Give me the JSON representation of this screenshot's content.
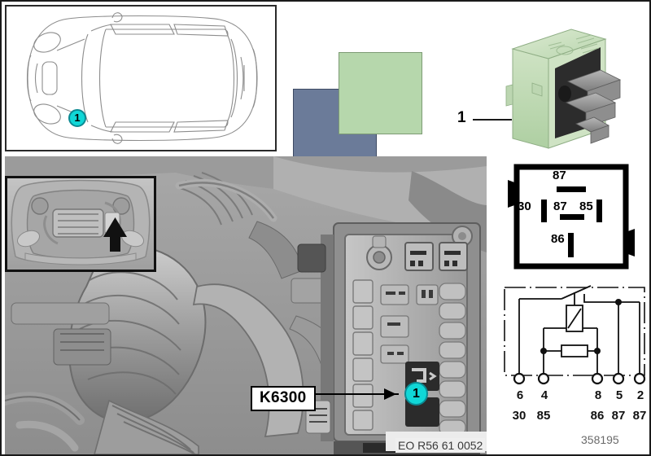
{
  "document": {
    "eo_code": "EO R56 61 0052",
    "reference_number": "358195"
  },
  "car_panel": {
    "view": "top-view vehicle outline",
    "badge_label": "1"
  },
  "swatches": {
    "back_color": "#6B7B99",
    "front_color": "#B6D7AC"
  },
  "relay": {
    "callout_label": "1",
    "body_color": "#B6D7AC"
  },
  "pin_layout": {
    "pins": [
      {
        "name": "87",
        "position": "top-center"
      },
      {
        "name": "30",
        "position": "left"
      },
      {
        "name": "87",
        "position": "center"
      },
      {
        "name": "85",
        "position": "right"
      },
      {
        "name": "86",
        "position": "bottom-center"
      }
    ]
  },
  "schematic": {
    "connector_numbers": [
      "6",
      "4",
      "8",
      "5",
      "2"
    ],
    "terminal_numbers": [
      "30",
      "85",
      "86",
      "87",
      "87"
    ]
  },
  "main_photo": {
    "component_label": "K6300",
    "badge_label": "1"
  },
  "inset_photo": {
    "description": "engine compartment overview with location arrow"
  }
}
